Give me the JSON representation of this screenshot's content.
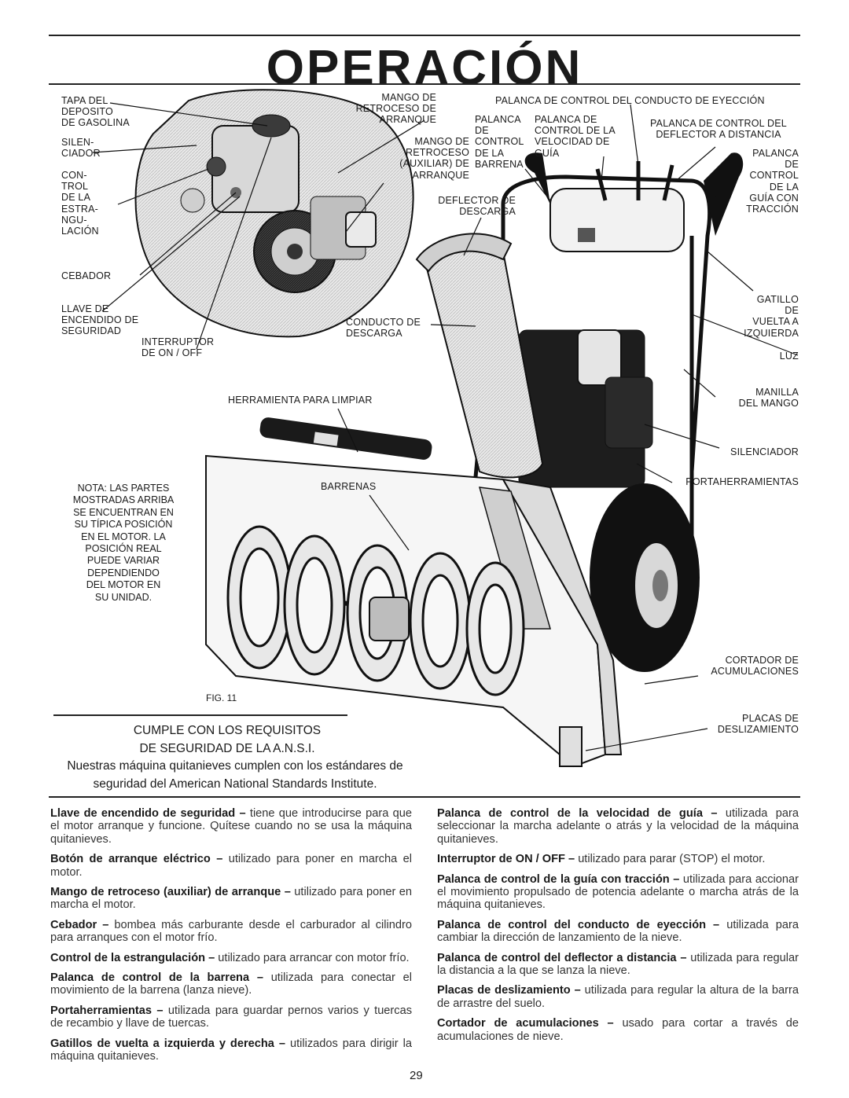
{
  "page": {
    "title": "OPERACIÓN",
    "page_number": "29",
    "figure_label": "FIG. 11"
  },
  "labels": {
    "tapa_deposito": "TAPA DEL\nDEPOSITO\nDE GASOLINA",
    "silenciador_motor": "SILEN-\nCIADOR",
    "control_estrangulacion": "CON-\nTROL\nDE LA\nESTRA-\nNGU-\nLACIÓN",
    "cebador": "CEBADOR",
    "llave_encendido": "LLAVE DE\nENCENDIDO DE\nSEGURIDAD",
    "interruptor": "INTERRUPTOR\nDE ON / OFF",
    "mango_retroceso": "MANGO DE\nRETROCESO DE\nARRANQUE",
    "mango_retroceso_auxiliar": "MANGO DE\nRETROCESO\n(AUXILIAR) DE\nARRANQUE",
    "palanca_barrena": "PALANCA\nDE\nCONTROL\nDE LA\nBARRENA",
    "palanca_velocidad": "PALANCA DE\nCONTROL DE LA\nVELOCIDAD DE\nGUÍA",
    "palanca_conducto": "PALANCA DE CONTROL DEL CONDUCTO DE EYECCIÓN",
    "palanca_deflector": "PALANCA DE CONTROL DEL\nDEFLECTOR A DISTANCIA",
    "palanca_traccion": "PALANCA\nDE\nCONTROL\nDE LA\nGUÍA CON\nTRACCIÓN",
    "deflector_descarga": "DEFLECTOR DE\nDESCARGA",
    "gatillo": "GATILLO\nDE\nVUELTA A\nIZQUIERDA",
    "conducto_descarga": "CONDUCTO DE\nDESCARGA",
    "luz": "LUZ",
    "manilla": "MANILLA\nDEL MANGO",
    "herramienta": "HERRAMIENTA PARA LIMPIAR",
    "silenciador": "SILENCIADOR",
    "portaherramientas": "PORTAHERRAMIENTAS",
    "barrenas": "BARRENAS",
    "cortador": "CORTADOR DE\nACUMULACIONES",
    "placas": "PLACAS DE\nDESLIZAMIENTO"
  },
  "note": "NOTA: LAS PARTES\nMOSTRADAS ARRIBA\nSE ENCUENTRAN EN\nSU TÍPICA POSICIÓN\nEN EL MOTOR. LA\nPOSICIÓN REAL\nPUEDE VARIAR\nDEPENDIENDO\nDEL MOTOR EN\nSU UNIDAD.",
  "ansi": {
    "title": "CUMPLE CON LOS REQUISITOS\nDE SEGURIDAD DE LA A.N.S.I.",
    "body": "Nuestras máquina quitanieves cumplen con los estándares de seguridad del American National Standards Institute."
  },
  "descriptions_left": [
    {
      "term": "Llave de encendido de seguridad –",
      "text": " tiene que introducirse para que el motor arranque y funcione. Quítese cuando no se usa la máquina quitanieves."
    },
    {
      "term": "Botón de arranque eléctrico –",
      "text": " utilizado para poner en marcha el motor."
    },
    {
      "term": "Mango de retroceso (auxiliar) de arranque –",
      "text": " utilizado para poner en marcha el motor."
    },
    {
      "term": "Cebador –",
      "text": " bombea más carburante desde el carburador al cilindro para arranques con el motor frío."
    },
    {
      "term": "Control de la estrangulación –",
      "text": " utilizado para arrancar con motor frío."
    },
    {
      "term": "Palanca de control de la barrena –",
      "text": " utilizada para conectar el movimiento de la barrena (lanza nieve)."
    },
    {
      "term": "Portaherramientas –",
      "text": " utilizada para guardar pernos varios y tuercas de recambio y llave de tuercas."
    },
    {
      "term": "Gatillos de vuelta a izquierda y derecha –",
      "text": " utilizados para dirigir la máquina quitanieves."
    }
  ],
  "descriptions_right": [
    {
      "term": "Palanca de control de la velocidad de guía –",
      "text": " utilizada para seleccionar la marcha adelante o atrás y la velocidad de la máquina quitanieves."
    },
    {
      "term": "Interruptor de ON / OFF –",
      "text": " utilizado para parar (STOP) el motor."
    },
    {
      "term": "Palanca de control de la guía con tracción –",
      "text": " utilizada para accionar el movimiento propulsado de potencia adelante o marcha atrás de la máquina quitanieves."
    },
    {
      "term": "Palanca de control del conducto de eyección –",
      "text": " utilizada para cambiar la dirección de lanzamiento de la nieve."
    },
    {
      "term": "Palanca de control del deflector a distancia –",
      "text": " utilizada para regular la distancia a la que se lanza la nieve."
    },
    {
      "term": "Placas de deslizamiento –",
      "text": " utilizada para regular la altura de la barra de arrastre del suelo."
    },
    {
      "term": "Cortador de acumulaciones –",
      "text": " usado para cortar a través de acumulaciones de nieve."
    }
  ]
}
